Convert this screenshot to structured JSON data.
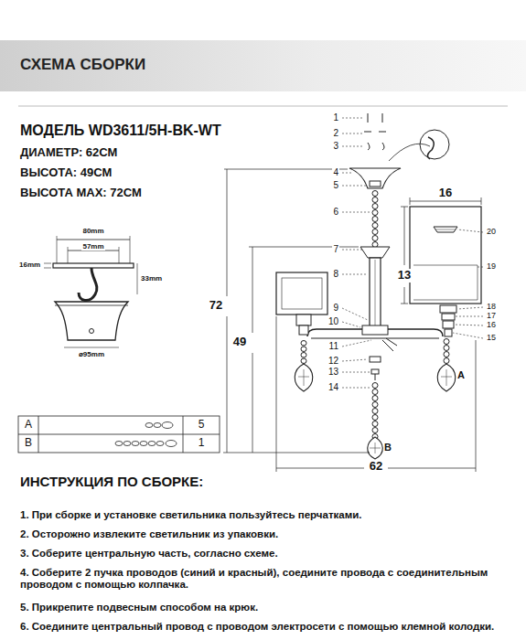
{
  "diagram": {
    "title": "СХЕМА СБОРКИ",
    "labels": [
      "МОДЕЛЬ WD3611/5H-BK-WT",
      "ДИАМЕТР: 62СМ",
      "ВЫСОТА: 49СМ",
      "ВЫСОТА MAX: 72СМ",
      "80mm",
      "57mm",
      "16mm",
      "33mm",
      "ø95mm",
      "A",
      "5",
      "B",
      "1",
      "1",
      "2",
      "3",
      "4",
      "5",
      "6",
      "7",
      "8",
      "9",
      "10",
      "11",
      "12",
      "13",
      "14",
      "15",
      "16",
      "17",
      "18",
      "19",
      "20",
      "16",
      "13",
      "72",
      "49",
      "62",
      "A",
      "B",
      "ИНСТРУКЦИЯ ПО СБОРКЕ:",
      "1. При сборке и установке светильника пользуйтесь перчатками.",
      "2. Осторожно извлеките светильник из упаковки.",
      "3. Соберите центральную часть, согласно схеме.",
      "4. Соберите 2 пучка проводов (синий и красный), соедините провода с соединительным проводом с помощью колпачка.",
      "5. Прикрепите подвесным способом на крюк.",
      "6. Соедините центральный провод с проводом электросети с помощью клемной колодки."
    ]
  }
}
